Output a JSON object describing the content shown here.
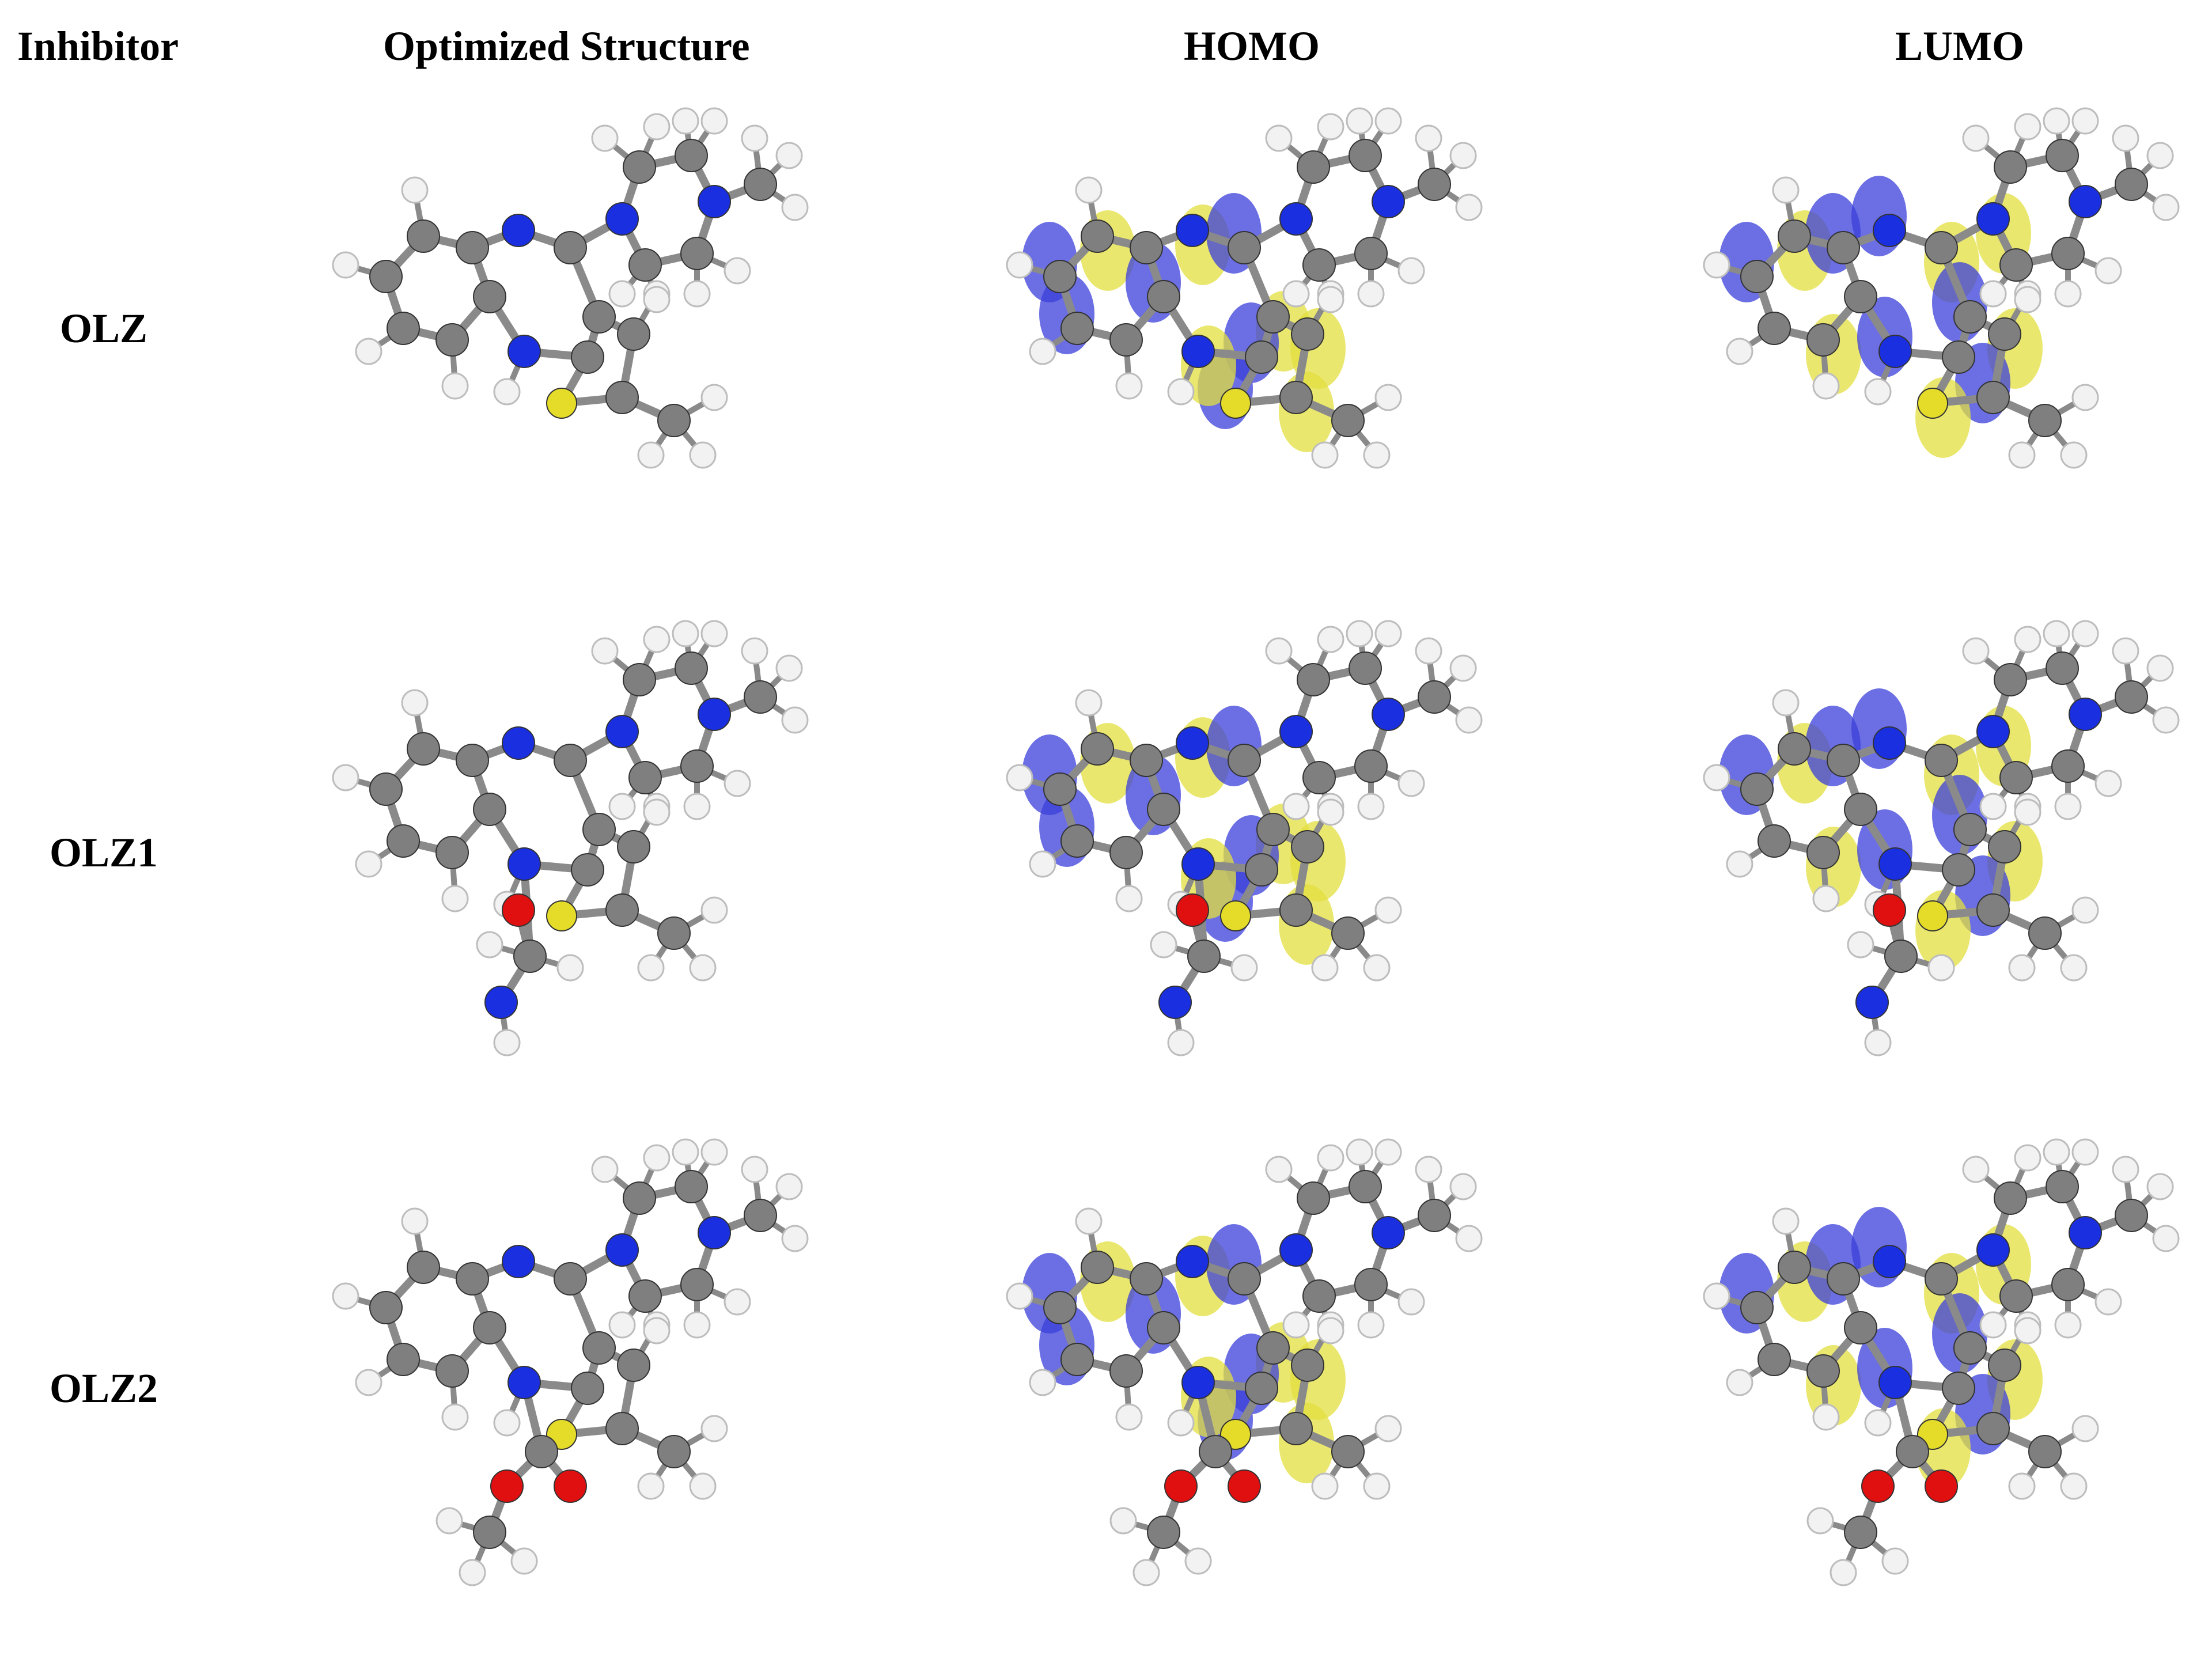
{
  "headers": {
    "inhibitor": "Inhibitor",
    "optimized": "Optimized Structure",
    "homo": "HOMO",
    "lumo": "LUMO"
  },
  "rows": [
    {
      "label": "OLZ",
      "has_ester": false,
      "has_amide": false
    },
    {
      "label": "OLZ1",
      "has_ester": false,
      "has_amide": true
    },
    {
      "label": "OLZ2",
      "has_ester": true,
      "has_amide": false
    }
  ],
  "colors": {
    "carbon": "#7f7f7f",
    "hydrogen": "#f2f2f2",
    "nitrogen": "#1a2fe0",
    "sulfur": "#e5dc2a",
    "oxygen": "#e01010",
    "orbital_positive": "#3a3fd9",
    "orbital_negative": "#e3df3f"
  },
  "columns": [
    "optimized",
    "homo",
    "lumo"
  ]
}
